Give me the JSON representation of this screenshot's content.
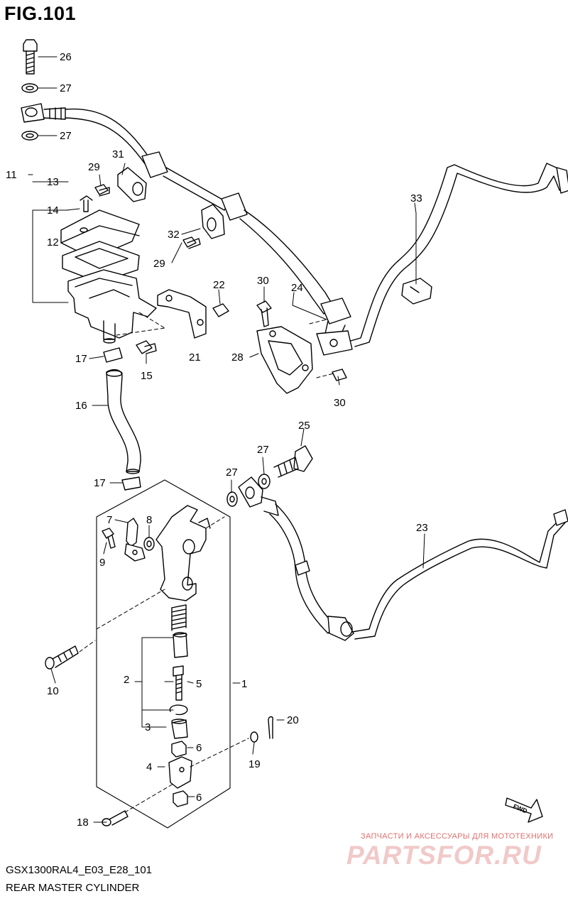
{
  "figure": {
    "title": "FIG.101"
  },
  "footer": {
    "code": "GSX1300RAL4_E03_E28_101",
    "name": "REAR MASTER CYLINDER"
  },
  "watermark": {
    "line": "ЗАПЧАСТИ И АКСЕССУАРЫ ДЛЯ МОТОТЕХНИКИ",
    "logo": "PARTSFOR.RU"
  },
  "direction": {
    "label": "FWD"
  },
  "callouts": {
    "n1": "1",
    "n2": "2",
    "n3": "3",
    "n4": "4",
    "n5": "5",
    "n6a": "6",
    "n6b": "6",
    "n7": "7",
    "n8": "8",
    "n9": "9",
    "n10": "10",
    "n11": "11",
    "n12": "12",
    "n13": "13",
    "n14": "14",
    "n15": "15",
    "n16": "16",
    "n17a": "17",
    "n17b": "17",
    "n18": "18",
    "n19": "19",
    "n20": "20",
    "n21": "21",
    "n22": "22",
    "n23": "23",
    "n24": "24",
    "n25": "25",
    "n26": "26",
    "n27a": "27",
    "n27b": "27",
    "n27c": "27",
    "n27d": "27",
    "n28": "28",
    "n29a": "29",
    "n29b": "29",
    "n30a": "30",
    "n30b": "30",
    "n31": "31",
    "n32": "32",
    "n33": "33"
  }
}
